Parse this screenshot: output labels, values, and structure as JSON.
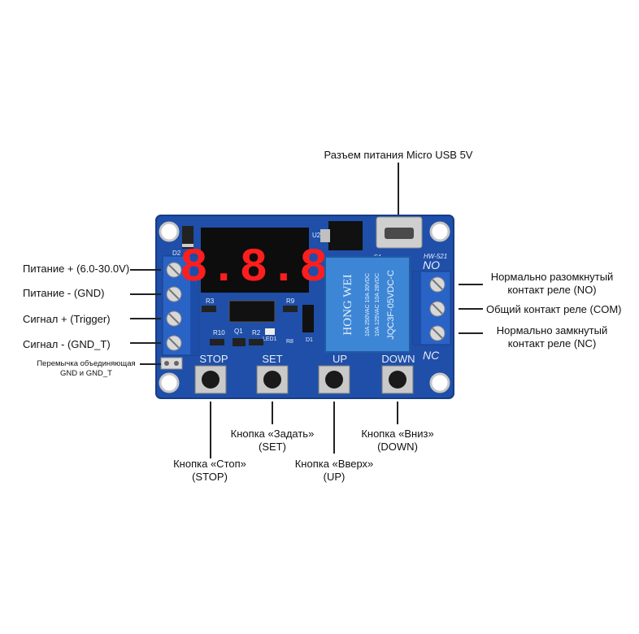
{
  "labels": {
    "usb": "Разъем питания Micro USB 5V",
    "power_plus": "Питание + (6.0-30.0V)",
    "power_minus": "Питание - (GND)",
    "signal_plus": "Сигнал + (Trigger)",
    "signal_minus": "Сигнал - (GND_T)",
    "jumper_line1": "Перемычка объединяющая",
    "jumper_line2": "GND и GND_T",
    "no_line1": "Нормально разомкнутый",
    "no_line2": "контакт реле (NO)",
    "com": "Общий контакт реле (COM)",
    "nc_line1": "Нормально замкнутый",
    "nc_line2": "контакт реле (NC)",
    "stop_line1": "Кнопка «Стоп»",
    "stop_line2": "(STOP)",
    "set_line1": "Кнопка «Задать»",
    "set_line2": "(SET)",
    "up_line1": "Кнопка «Вверх»",
    "up_line2": "(UP)",
    "down_line1": "Кнопка «Вниз»",
    "down_line2": "(DOWN)"
  },
  "board": {
    "model": "HW-521",
    "display": "8.8.8",
    "silk": {
      "stop": "STOP",
      "set": "SET",
      "up": "UP",
      "down": "DOWN",
      "no": "NO",
      "nc": "NC",
      "d2": "D2",
      "u2": "U2",
      "c4": "C4",
      "r3": "R3",
      "r9": "R9",
      "r10": "R10",
      "q1": "Q1",
      "r2": "R2",
      "led1": "LED1",
      "r8": "R8",
      "d1": "D1"
    },
    "relay": {
      "brand": "HONG WEI",
      "line1": "10A 250VAC 10A 30VDC",
      "line2": "10A 125VAC 10A 28VDC",
      "model": "JQC3F-05VDC-C"
    },
    "colors": {
      "pcb": "#1f4fa8",
      "terminal": "#2a63c6",
      "relay": "#3d86d6",
      "display": "#0d0d0d",
      "segment": "#ff1e1e"
    }
  }
}
